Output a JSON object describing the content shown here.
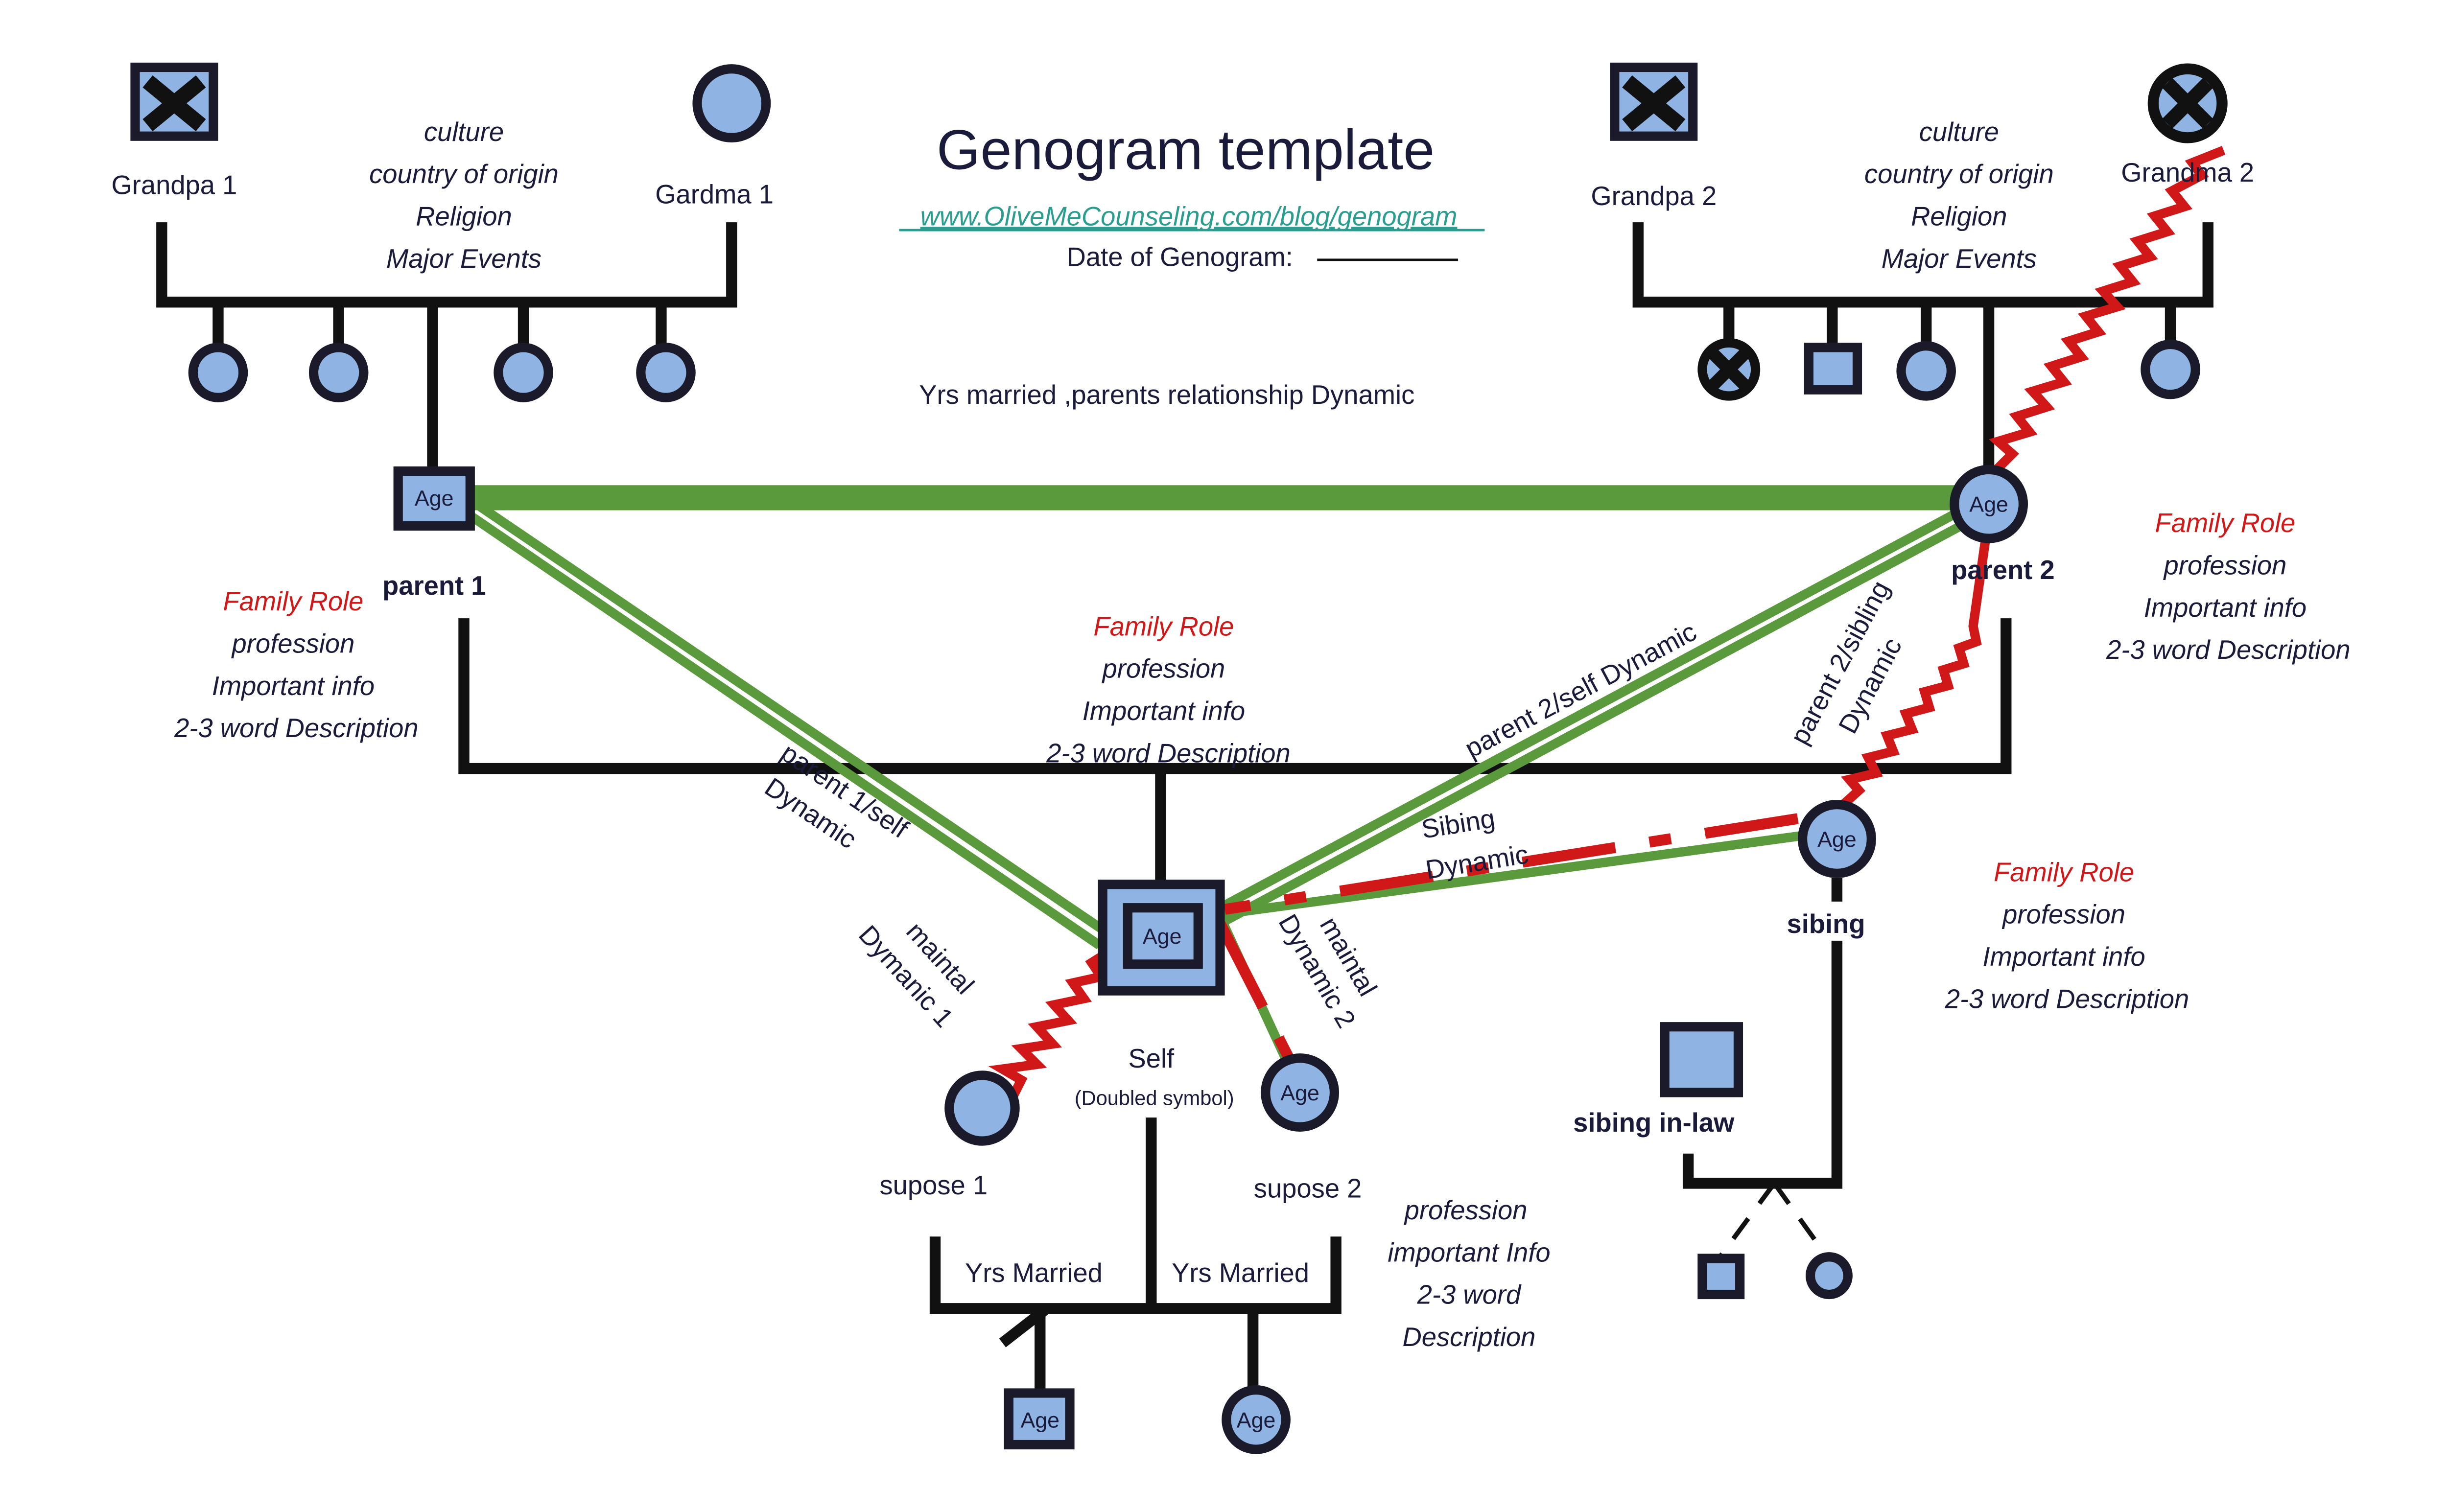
{
  "title": "Genogram template",
  "url": "www.OliveMeCounseling.com/blog/genogram",
  "date_label": "Date of Genogram:",
  "marriage_note": "Yrs married ,parents relationship Dynamic",
  "grandparents_left": {
    "grandpa": "Grandpa 1",
    "grandma": "Gardma 1",
    "info": [
      "culture",
      "country of origin",
      "Religion",
      "Major Events"
    ]
  },
  "grandparents_right": {
    "grandpa": "Grandpa 2",
    "grandma": "Grandma 2",
    "info": [
      "culture",
      "country of origin",
      "Religion",
      "Major Events"
    ]
  },
  "age_label": "Age",
  "parent1": {
    "label": "parent 1",
    "role": "Family Role",
    "details": [
      "profession",
      "Important info",
      "2-3 word Description"
    ]
  },
  "parent2": {
    "label": "parent 2",
    "role": "Family Role",
    "details": [
      "profession",
      "Important info",
      "2-3 word Description"
    ]
  },
  "self": {
    "label": "Self",
    "sublabel": "(Doubled symbol)",
    "role": "Family Role",
    "details": [
      "profession",
      "Important info",
      "2-3 word Description"
    ]
  },
  "sibling": {
    "label": "sibing",
    "role": "Family Role",
    "details": [
      "profession",
      "Important info",
      "2-3 word Description"
    ]
  },
  "sibling_inlaw": {
    "label": "sibing in-law"
  },
  "spouse1": {
    "label": "supose 1"
  },
  "spouse2": {
    "label": "supose 2",
    "details": [
      "profession",
      "important  Info",
      "2-3 word",
      "Description"
    ]
  },
  "relationships": {
    "parent1_self": [
      "parent 1/self",
      "Dynamic"
    ],
    "parent2_self": "parent 2/self Dynamic",
    "parent2_sibling": [
      "parent 2/sibling",
      "Dynamic"
    ],
    "sibling_dynamic": [
      "Sibing",
      "Dynamic"
    ],
    "marital1": [
      "maintal",
      "Dymanic 1"
    ],
    "marital2": [
      "maintal",
      "Dynamic 2"
    ]
  },
  "yrs_married_left": "Yrs Married",
  "yrs_married_right": "Yrs Married",
  "colors": {
    "fill": "#8fb4e3",
    "green_line": "#5a9a3c",
    "red_line": "#d01818",
    "title": "#1a1a3a",
    "link": "#2a9d8f"
  }
}
